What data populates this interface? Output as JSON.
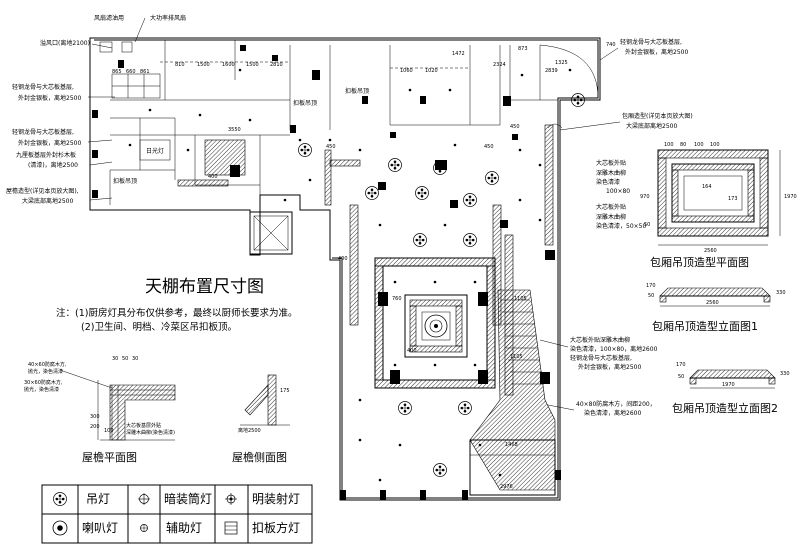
{
  "main_title": "天棚布置尺寸图",
  "notes": [
    "注：(1)厨房灯具分布仅供参考，最终以厨师长要求为准。",
    "(2)卫生间、明档、冷菜区吊扣板顶。"
  ],
  "callouts": {
    "filter": "风扇滤油用",
    "exhaust": "大功率排风扇",
    "vent": "溢风口(离地2100)",
    "keel1_a": "轻钢龙骨与大芯板基层,",
    "keel1_b": "外封金银板，离地2500",
    "keel2_a": "轻钢龙骨与大芯板基层,",
    "keel2_b": "外封金银板，离地2500",
    "keel3_a": "轻钢龙骨与大芯板基层,",
    "keel3_b": "外封金银板，离地2500",
    "nine_a": "九厘板基层外封杉木板",
    "nine_b": "(清漆)，离地2500",
    "eave_a": "屋檐造型(详见本页放大图),",
    "eave_b": "大梁底部离地2500",
    "daylight": "日光灯",
    "buckle1": "扣板吊顶",
    "buckle2": "扣板吊顶",
    "buckle3": "扣板吊顶",
    "box_a": "包厢造型(详见本页放大图)",
    "box_b": "大梁底部离地2500",
    "core_a": "大芯板外贴",
    "core_b": "深雕木曲柳",
    "core_c": "染色清漆",
    "core_d": "100×80",
    "core_e": "大芯板外贴",
    "core_f": "深雕木曲柳",
    "core_g": "染色清漆，50×50",
    "mid_a": "大芯板外贴深雕木曲柳",
    "mid_b": "染色清漆，100×80，离地2600",
    "mid_c": "轻钢龙骨与大芯板基层,",
    "mid_d": "外封金银板，离地2500",
    "sq_a": "40×80防腐木方，间距200，",
    "sq_b": "染色清漆，离地2600",
    "eave_plan_a": "40×60防腐木方,",
    "eave_plan_b": "抛光，染色清漆",
    "eave_plan_c": "30×60防腐木方,",
    "eave_plan_d": "抛光，染色清漆",
    "eave_plan_e": "大芯板基层外贴",
    "eave_plan_f": "深雕木曲柳(染色清漆)",
    "eave_side_a": "离地2500"
  },
  "dims": {
    "d810": "810",
    "d1500a": "1500",
    "d1600": "1600",
    "d1500b": "1500",
    "d2810": "2810",
    "d1060": "1060",
    "d1020": "1020",
    "d1472": "1472",
    "d2324": "2324",
    "d873": "873",
    "d740": "740",
    "d1325": "1325",
    "d2839": "2839",
    "d3550": "3550",
    "d450a": "450",
    "d450b": "450",
    "d450c": "450",
    "d400a": "400",
    "d400b": "400",
    "d660": "660",
    "d865": "865",
    "d861": "861",
    "d1105a": "1105",
    "d1105b": "1105",
    "d1468": "1468",
    "d2976": "2976",
    "d400c": "400",
    "d760": "760"
  },
  "box_plan": {
    "title": "包厢吊顶造型平面图",
    "d100a": "100",
    "d80": "80",
    "d100b": "100",
    "d100c": "100",
    "d970": "970",
    "d50": "50",
    "d164": "164",
    "d173": "173",
    "d1970": "1970",
    "d2560": "2560"
  },
  "box_elev1": {
    "title": "包厢吊顶造型立面图1",
    "d2560": "2560",
    "d170": "170",
    "d50": "50",
    "d330": "330"
  },
  "box_elev2": {
    "title": "包厢吊顶造型立面图2",
    "d1970": "1970",
    "d170": "170",
    "d50": "50",
    "d330": "330"
  },
  "eave_plan": {
    "title": "屋檐平面图",
    "d30a": "30",
    "d50": "50",
    "d30b": "30",
    "d200": "200",
    "d300": "300",
    "d100": "100"
  },
  "eave_side": {
    "title": "屋檐侧面图",
    "d175": "175"
  },
  "legend": [
    {
      "icon": "pendant-lamp-icon",
      "label": "吊灯"
    },
    {
      "icon": "recessed-downlight-icon",
      "label": "暗装筒灯"
    },
    {
      "icon": "surface-spotlight-icon",
      "label": "明装射灯"
    },
    {
      "icon": "speaker-lamp-icon",
      "label": "喇叭灯"
    },
    {
      "icon": "auxiliary-lamp-icon",
      "label": "辅助灯"
    },
    {
      "icon": "buckle-panel-lamp-icon",
      "label": "扣板方灯"
    }
  ]
}
